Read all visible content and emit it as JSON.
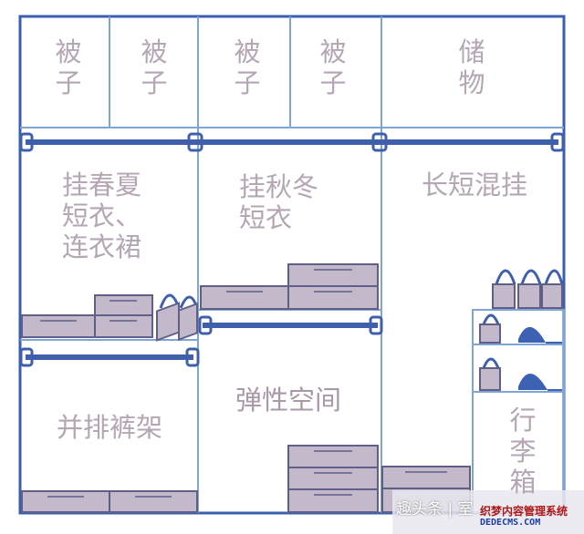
{
  "colors": {
    "frame": "#3a5fae",
    "frame_light": "#7fa4d6",
    "rod": "#3f5fad",
    "box_fill": "#c4b8cb",
    "box_stroke": "#5f5f8a",
    "shoe": "#3e62b3",
    "label": "#b4a6b4"
  },
  "labels": {
    "top1": "被\n子",
    "top2": "被\n子",
    "top3": "被\n子",
    "top4": "被\n子",
    "top5": "储\n物",
    "hang_spring_summer": "挂春夏\n短衣、\n连衣裙",
    "hang_autumn_winter": "挂秋冬\n短衣",
    "long_short_mixed": "长短混挂",
    "pants_rack": "并排裤架",
    "flexible_space": "弹性空间",
    "luggage": "行\n李\n箱"
  },
  "watermark": {
    "text1": "趣头条 | 室",
    "text2": "织梦内容管理系统",
    "text3": "DEDECMS.COM"
  }
}
